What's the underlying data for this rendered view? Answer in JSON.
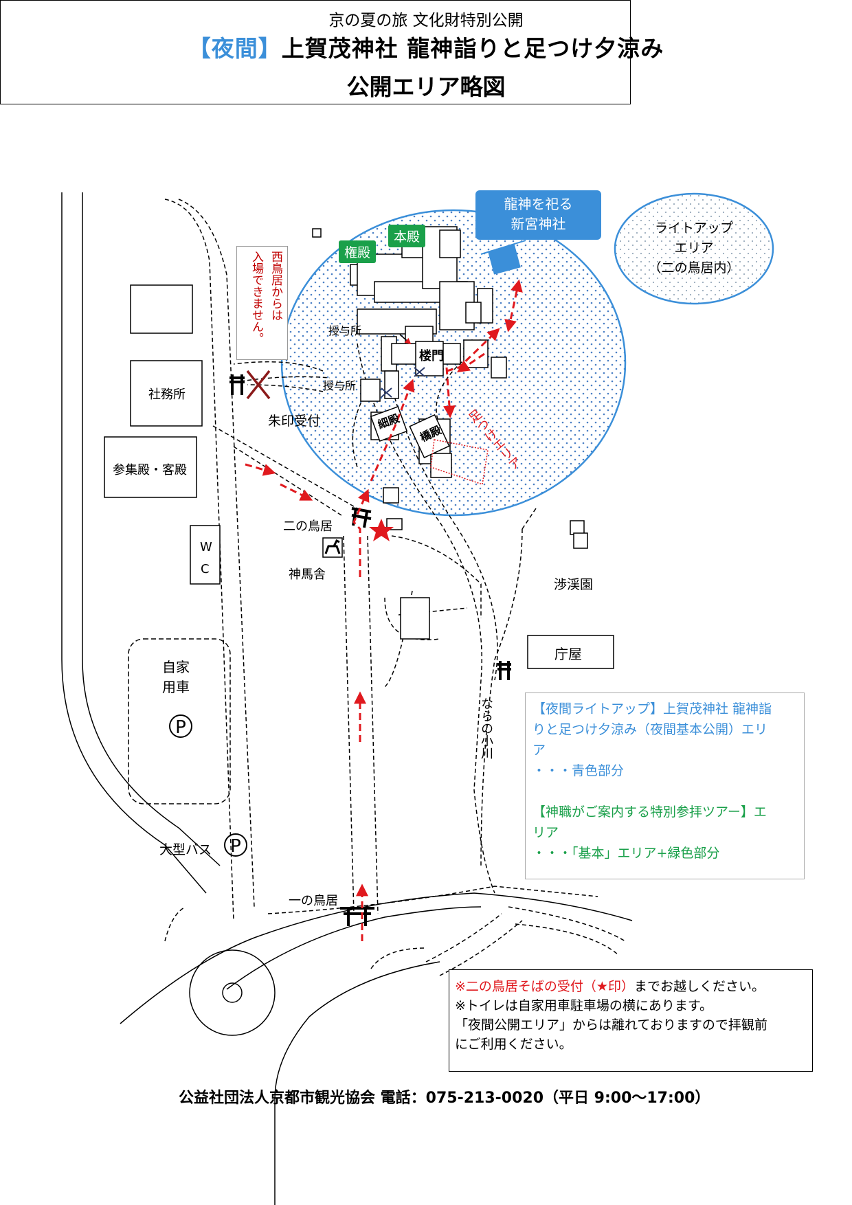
{
  "title": {
    "subtitle": "京の夏の旅  文化財特別公開",
    "main_prefix": "【夜間】",
    "main_text": "上賀茂神社 龍神詣りと足つけ夕涼み",
    "area": "公開エリア略図"
  },
  "shingu": {
    "line1": "龍神を祀る",
    "line2": "新宮神社"
  },
  "lightup_oval": {
    "line1": "ライトアップ",
    "line2": "エリア",
    "line3": "（二の鳥居内）"
  },
  "west_note": {
    "col1": "西鳥居からは",
    "col2": "入場できません。"
  },
  "tags": {
    "gonden": "権殿",
    "honden": "本殿"
  },
  "labels": {
    "jusho_upper": "授与所",
    "jusho_lower": "授与所",
    "romon": "楼門",
    "hosodono": "細殿",
    "hashidono": "橋殿",
    "ashitsuke": "足つけエリア",
    "shuin": "朱印受付",
    "shamusho": "社務所",
    "sanshuden": "参集殿・客殿",
    "wc_w": "W",
    "wc_c": "C",
    "ninotorii": "二の鳥居",
    "shinmesha": "神馬舎",
    "shokeien": "渉渓園",
    "chosha": "庁屋",
    "jikayo_1": "自家",
    "jikayo_2": "用車",
    "parking": "P",
    "oogatabus": "大型バス",
    "parking2": "P",
    "ichinotorii": "一の鳥居",
    "nara": "ならの小川"
  },
  "legend": {
    "blue_1": "【夜間ライトアップ】上賀茂神社 龍神詣",
    "blue_2": "りと足つけ夕涼み（夜間基本公開）エリ",
    "blue_3": "ア",
    "blue_4": "・・・青色部分",
    "green_1": "【神職がご案内する特別参拝ツアー】エ",
    "green_2": "リア",
    "green_3": "・・・「基本」エリア+緑色部分"
  },
  "notice": {
    "line1_red": "※二の鳥居そばの受付（★印）",
    "line1_rest": "までお越しください。",
    "line2": "※トイレは自家用車駐車場の横にあります。",
    "line3": "「夜間公開エリア」からは離れておりますので拝観前",
    "line4": "にご利用ください。"
  },
  "footer": "公益社団法人京都市観光協会  電話：075-213-0020（平日  9:00～17:00）",
  "colors": {
    "blue": "#3b8fd9",
    "green": "#1aa04a",
    "red": "#e0191e"
  }
}
